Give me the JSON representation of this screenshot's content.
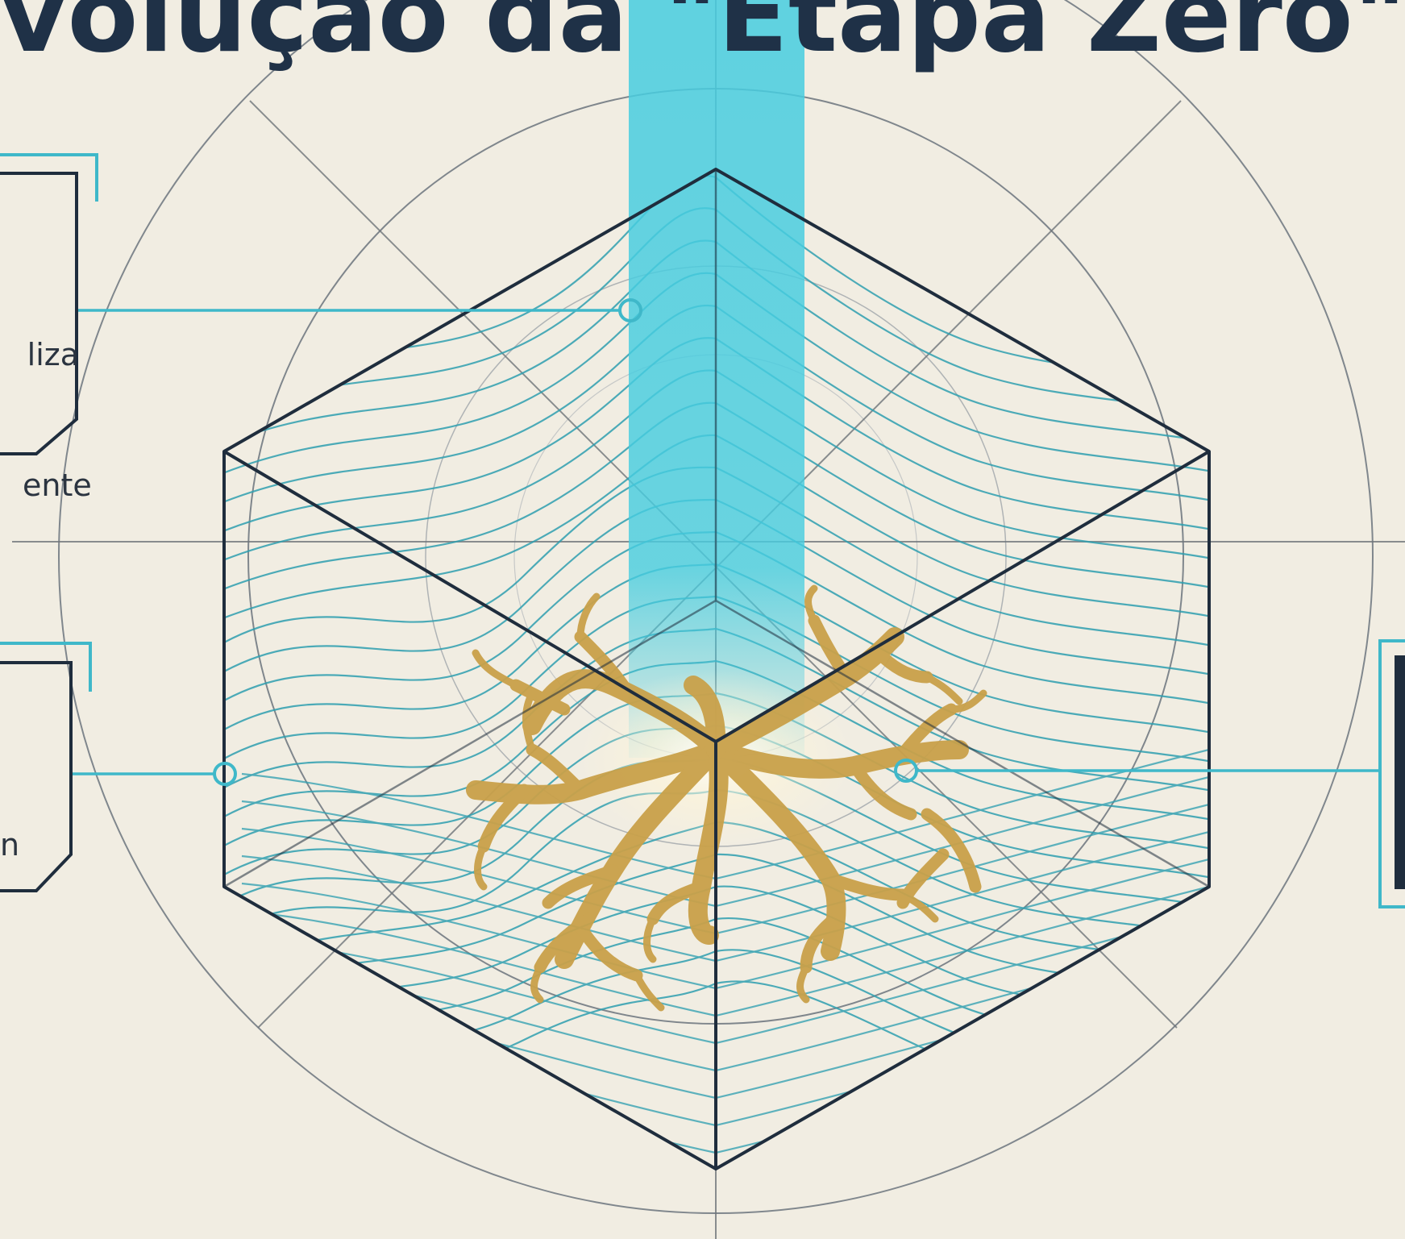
{
  "title": "volução da \"Etapa Zero\" (RSS",
  "callouts": {
    "top_left": {
      "lines": [
        "liza",
        "ente"
      ]
    },
    "mid_left": {
      "lines": [
        "n"
      ]
    }
  },
  "colors": {
    "background": "#f1ede2",
    "ink": "#1f3147",
    "accent": "#3fb8c9",
    "beam": "#46cde0",
    "root": "#c9a14a"
  }
}
